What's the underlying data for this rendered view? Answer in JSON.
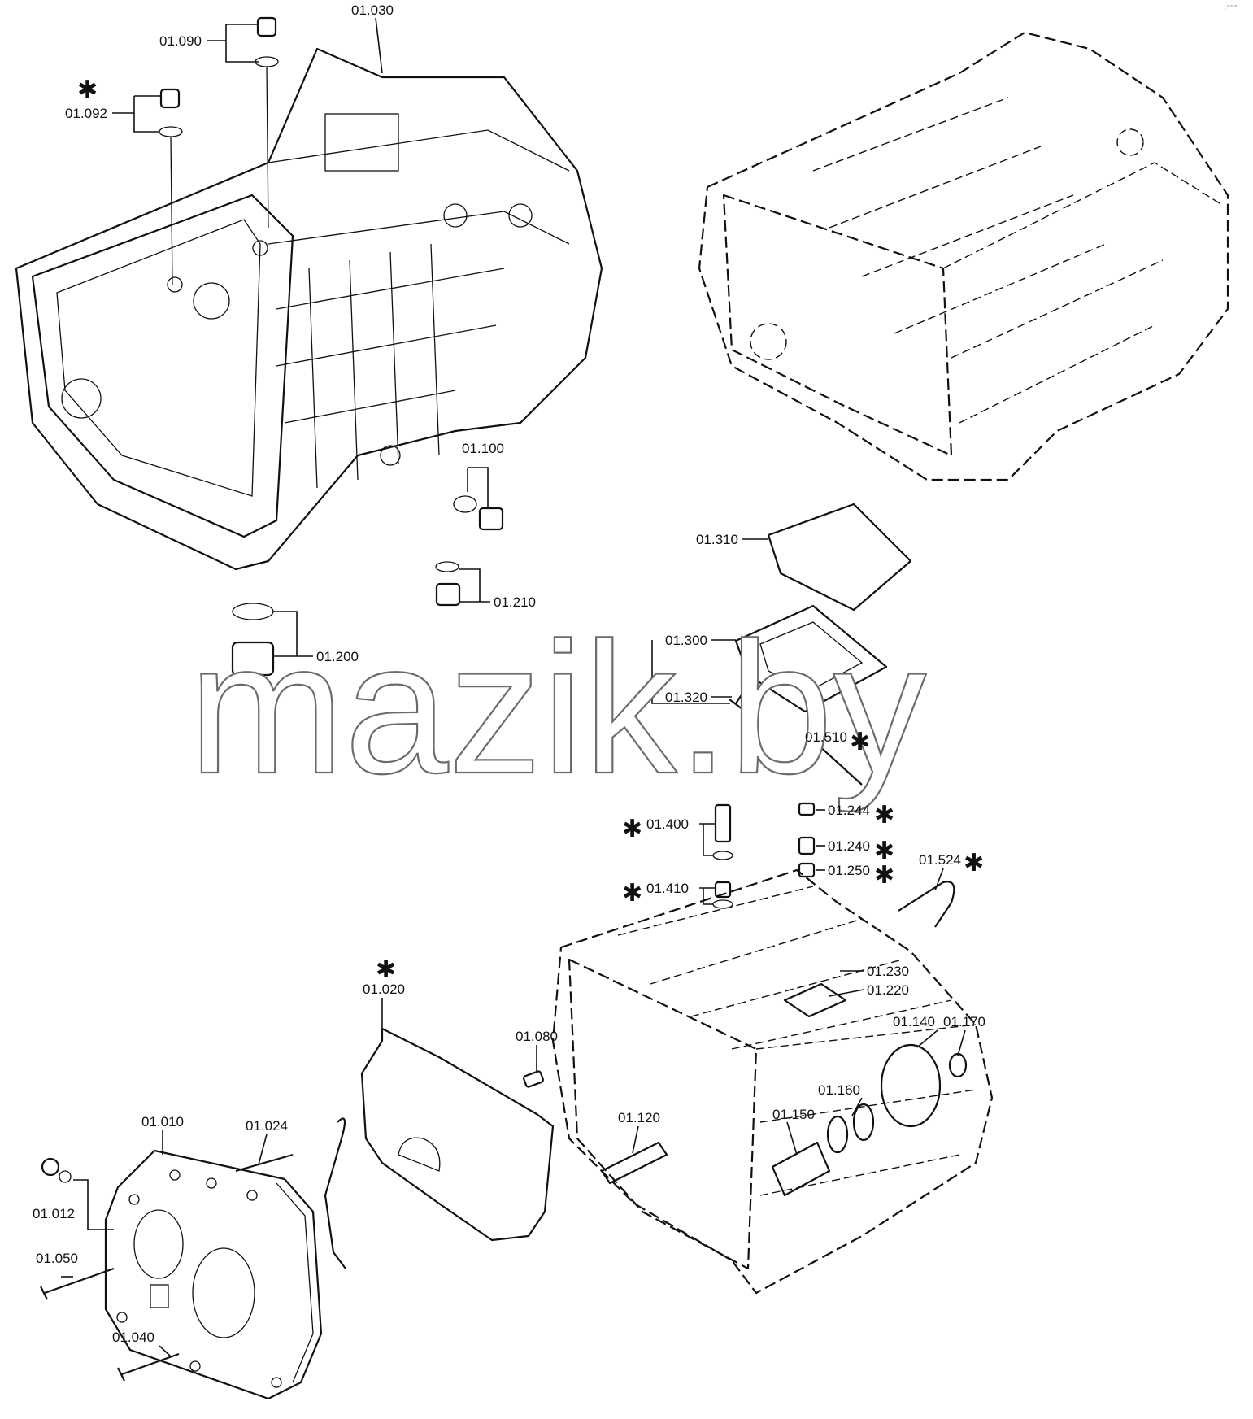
{
  "watermark": "mazik.by",
  "corner_mark": "·°°°",
  "labels": {
    "l01030": "01.030",
    "l01090": "01.090",
    "l01092": "01.092",
    "l01100": "01.100",
    "l01210": "01.210",
    "l01200": "01.200",
    "l01310": "01.310",
    "l01300": "01.300",
    "l01320": "01.320",
    "l01510": "01.510",
    "l01244": "01.244",
    "l01240": "01.240",
    "l01250": "01.250",
    "l01400": "01.400",
    "l01410": "01.410",
    "l01524": "01.524",
    "l01230": "01.230",
    "l01220": "01.220",
    "l01020": "01.020",
    "l01080": "01.080",
    "l01140": "01.140",
    "l01170": "01.170",
    "l01160": "01.160",
    "l01120": "01.120",
    "l01150": "01.150",
    "l01010": "01.010",
    "l01024": "01.024",
    "l01012": "01.012",
    "l01050": "01.050",
    "l01040": "01.040"
  },
  "marker_symbol": "✱"
}
